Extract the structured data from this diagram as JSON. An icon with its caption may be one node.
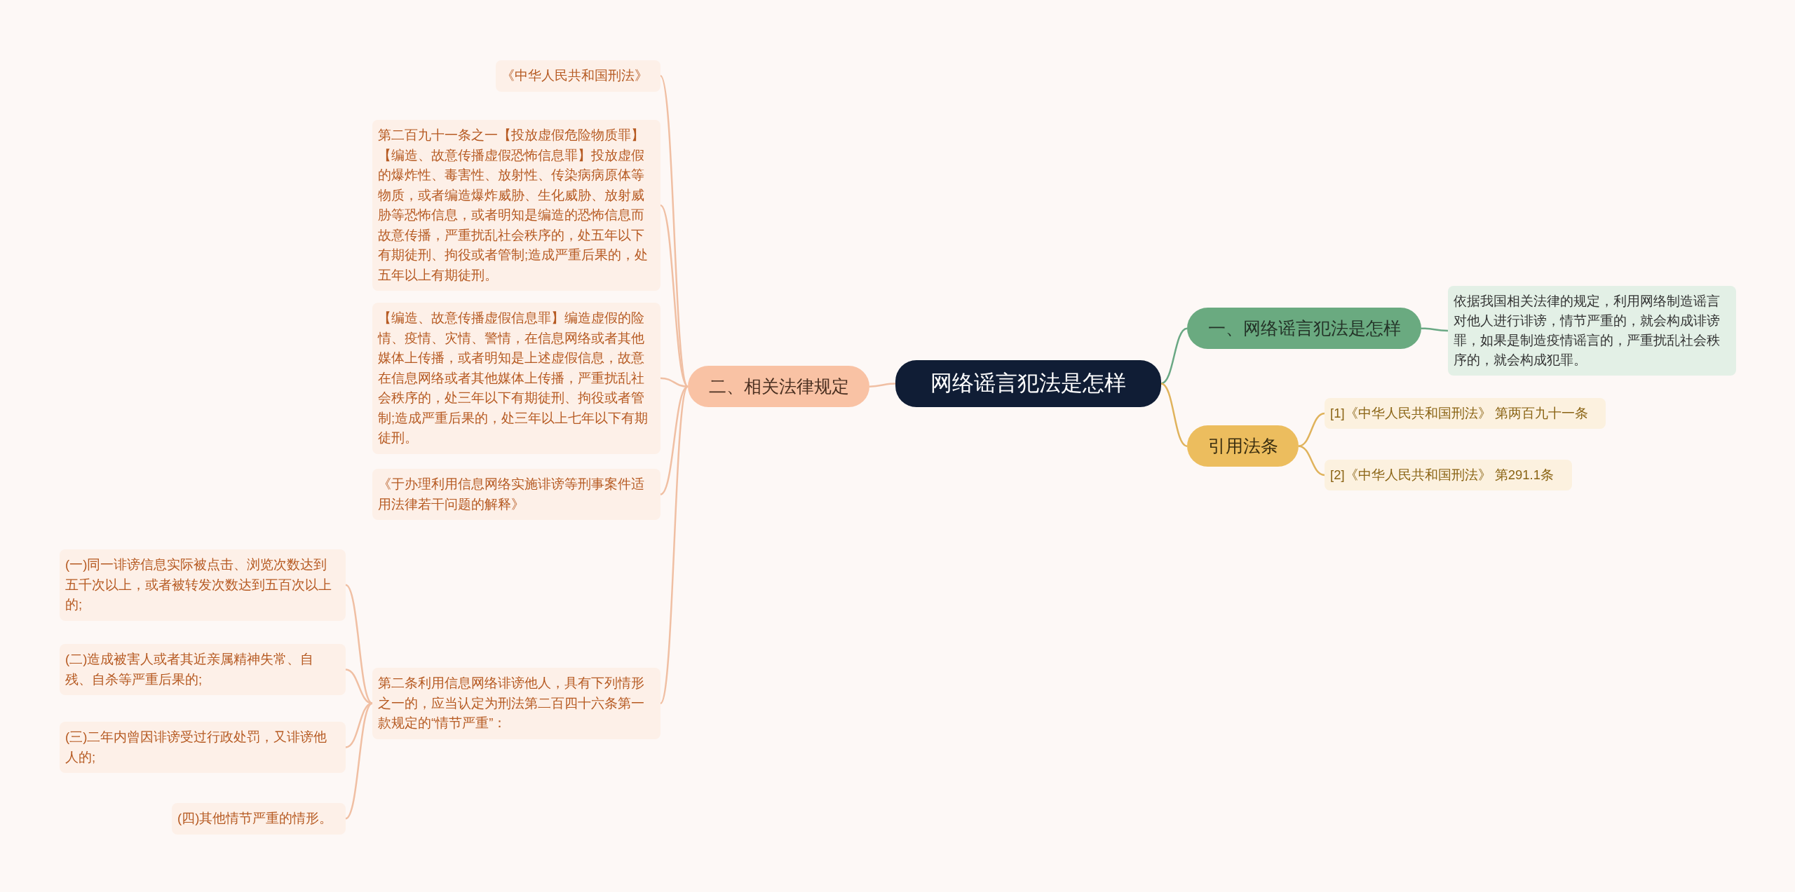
{
  "diagram": {
    "nodes": [
      {
        "text": [
          "网络谣言犯法是怎样"
        ]
      },
      {
        "text": [
          "一、网络谣言犯法是怎样"
        ]
      },
      {
        "text": [
          "依据我国相关法律的规定，利用网络制造谣言对他人进行诽谤，情节严重的，就会构成诽谤罪，如果是制造疫情谣言的，严重扰乱社会秩序的，就会构成犯罪。"
        ]
      },
      {
        "text": [
          "引用法条"
        ]
      },
      {
        "text": [
          "[1]《中华人民共和国刑法》 第两百九十一条"
        ]
      },
      {
        "text": [
          "[2]《中华人民共和国刑法》 第291.1条"
        ]
      },
      {
        "text": [
          "二、相关法律规定"
        ]
      },
      {
        "text": [
          "《中华人民共和国刑法》"
        ]
      },
      {
        "text": [
          "第二百九十一条之一【投放虚假危险物质罪】【编造、故意传播虚假恐怖信息罪】投放虚假的爆炸性、毒害性、放射性、传染病病原体等物质，或者编造爆炸威胁、生化威胁、放射威胁等恐怖信息，或者明知是编造的恐怖信息而故意传播，严重扰乱社会秩序的，处五年以下有期徒刑、拘役或者管制;造成严重后果的，处五年以上有期徒刑。"
        ]
      },
      {
        "text": [
          "【编造、故意传播虚假信息罪】编造虚假的险情、疫情、灾情、警情，在信息网络或者其他媒体上传播，或者明知是上述虚假信息，故意在信息网络或者其他媒体上传播，严重扰乱社会秩序的，处三年以下有期徒刑、拘役或者管制;造成严重后果的，处三年以上七年以下有期徒刑。"
        ]
      },
      {
        "text": [
          "《于办理利用信息网络实施诽谤等刑事案件适用法律若干问题的解释》"
        ]
      },
      {
        "text": [
          "第二条利用信息网络诽谤他人，具有下列情形之一的，应当认定为刑法第二百四十六条第一款规定的“情节严重”："
        ]
      },
      {
        "text": [
          "(一)同一诽谤信息实际被点击、浏览次数达到五千次以上，或者被转发次数达到五百次以上的;"
        ]
      },
      {
        "text": [
          "(二)造成被害人或者其近亲属精神失常、自残、自杀等严重后果的;"
        ]
      },
      {
        "text": [
          "(三)二年内曾因诽谤受过行政处罚，又诽谤他人的;"
        ]
      },
      {
        "text": [
          "(四)其他情节严重的情形。"
        ]
      }
    ],
    "edges": [
      {
        "from": 0,
        "to": 1,
        "arrow": "none",
        "color": "#6aa884"
      },
      {
        "from": 1,
        "to": 2,
        "arrow": "none",
        "color": "#6aa884"
      },
      {
        "from": 0,
        "to": 3,
        "arrow": "none",
        "color": "#e0b35c"
      },
      {
        "from": 3,
        "to": 4,
        "arrow": "none",
        "color": "#e0b35c"
      },
      {
        "from": 3,
        "to": 5,
        "arrow": "none",
        "color": "#e0b35c"
      },
      {
        "from": 0,
        "to": 6,
        "arrow": "none"
      },
      {
        "from": 6,
        "to": 7,
        "arrow": "none"
      },
      {
        "from": 6,
        "to": 8,
        "arrow": "none"
      },
      {
        "from": 6,
        "to": 9,
        "arrow": "none"
      },
      {
        "from": 6,
        "to": 10,
        "arrow": "none"
      },
      {
        "from": 6,
        "to": 11,
        "arrow": "none"
      },
      {
        "from": 11,
        "to": 12,
        "arrow": "none"
      },
      {
        "from": 11,
        "to": 13,
        "arrow": "none"
      },
      {
        "from": 11,
        "to": 14,
        "arrow": "none"
      },
      {
        "from": 11,
        "to": 15,
        "arrow": "none"
      }
    ]
  }
}
